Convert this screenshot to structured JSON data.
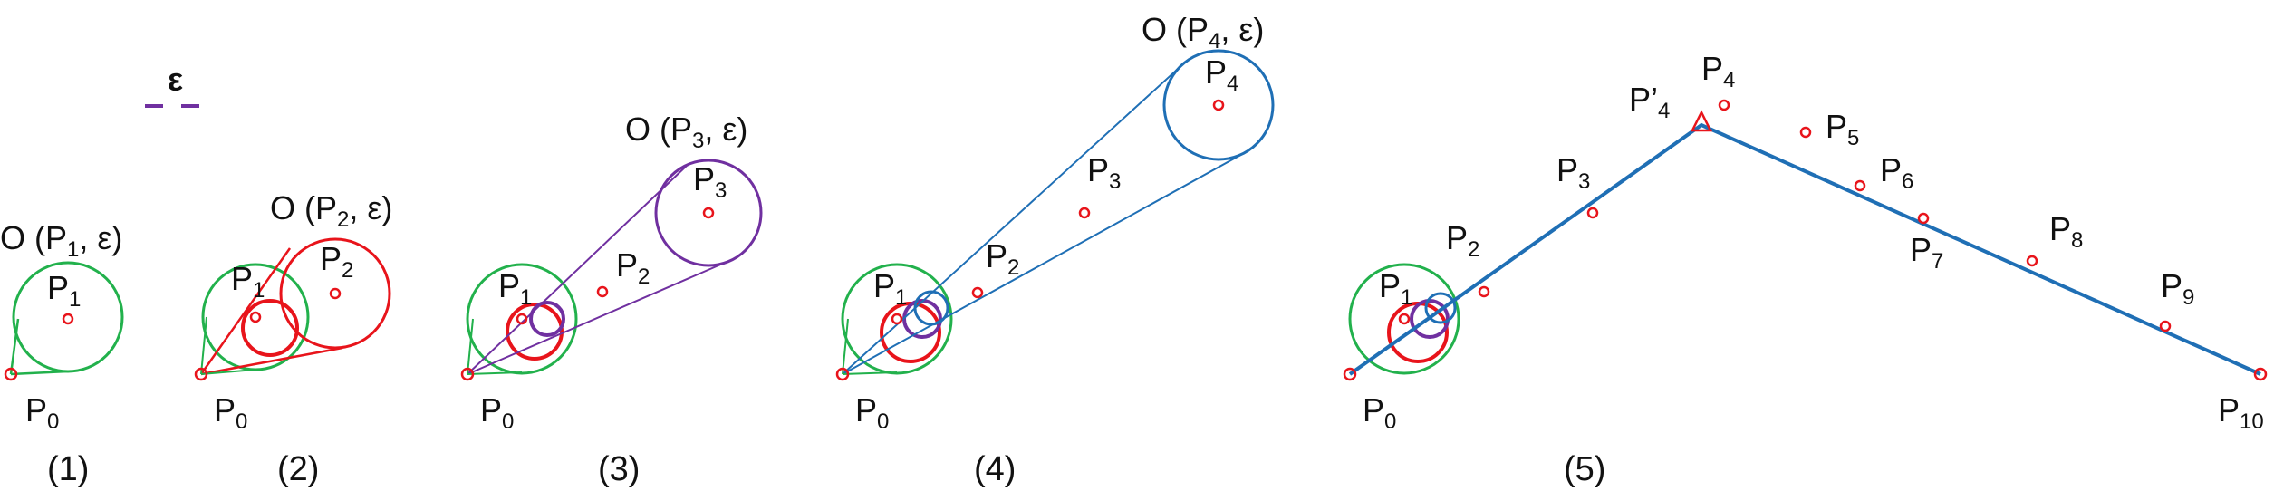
{
  "colors": {
    "green": "#22b14c",
    "red": "#e8141b",
    "purple": "#7030a0",
    "blue": "#1f6fb5",
    "black": "#111111"
  },
  "legend": {
    "symbol": "ε"
  },
  "panels": [
    {
      "caption": "(1)",
      "points": [
        "P",
        "P"
      ],
      "circles": [
        {
          "prefix": "O (P",
          "sub": "1",
          "suffix": ", ε)"
        }
      ]
    },
    {
      "caption": "(2)"
    },
    {
      "caption": "(3)"
    },
    {
      "caption": "(4)"
    },
    {
      "caption": "(5)"
    }
  ],
  "labels": {
    "p0_base": "P",
    "p0_sub": "0",
    "p1_base": "P",
    "p1_sub": "1",
    "p2_base": "P",
    "p2_sub": "2",
    "p3_base": "P",
    "p3_sub": "3",
    "p4_base": "P",
    "p4_sub": "4",
    "p4prime_base": "P’",
    "p4prime_sub": "4",
    "p5_base": "P",
    "p5_sub": "5",
    "p6_base": "P",
    "p6_sub": "6",
    "p7_base": "P",
    "p7_sub": "7",
    "p8_base": "P",
    "p8_sub": "8",
    "p9_base": "P",
    "p9_sub": "9",
    "p10_base": "P",
    "p10_sub": "10",
    "circle_prefix": "O (P",
    "circle_suffix": ", ε)",
    "sub1": "1",
    "sub2": "2",
    "sub3": "3",
    "sub4": "4"
  },
  "captions": [
    "(1)",
    "(2)",
    "(3)",
    "(4)",
    "(5)"
  ]
}
